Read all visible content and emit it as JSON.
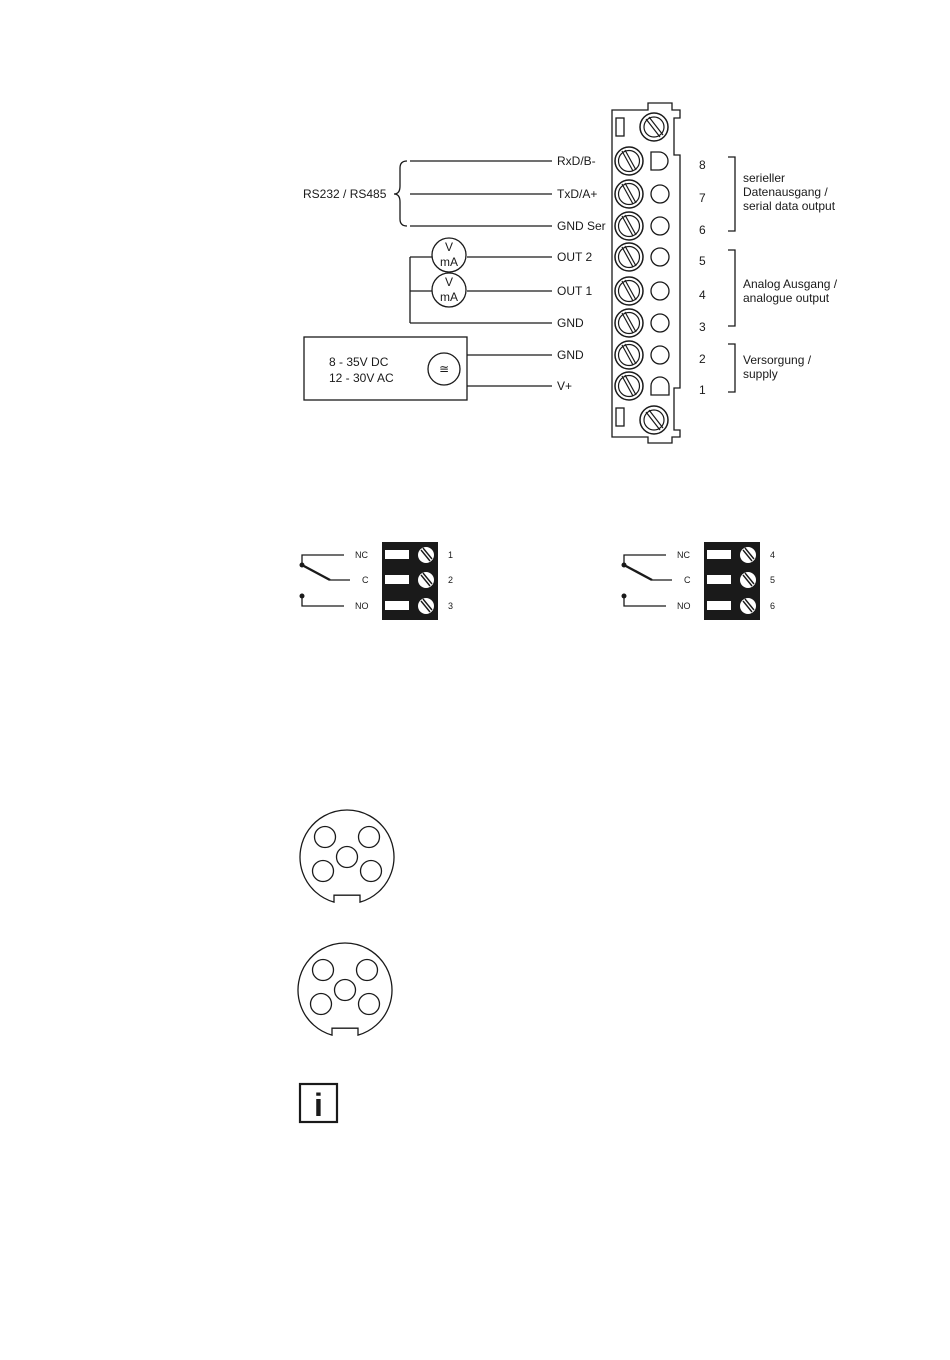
{
  "wiring": {
    "bus_label": "RS232 / RS485",
    "signals": [
      "RxD/B-",
      "TxD/A+",
      "GND Ser",
      "OUT 2",
      "OUT 1",
      "GND",
      "GND",
      "V+"
    ],
    "terminal_numbers": [
      "8",
      "7",
      "6",
      "5",
      "4",
      "3",
      "2",
      "1"
    ],
    "meter_top": "V",
    "meter_bottom": "mA",
    "supply_line1": "8 - 35V DC",
    "supply_line2": "12 - 30V AC",
    "supply_symbol": "≅",
    "groups": [
      {
        "line1": "serieller",
        "line2": "Datenausgang /",
        "line3": "serial data output"
      },
      {
        "line1": "Analog Ausgang /",
        "line2": "analogue output"
      },
      {
        "line1": "Versorgung /",
        "line2": "supply"
      }
    ]
  },
  "relays": [
    {
      "contacts": [
        "NC",
        "C",
        "NO"
      ],
      "numbers": [
        "1",
        "2",
        "3"
      ]
    },
    {
      "contacts": [
        "NC",
        "C",
        "NO"
      ],
      "numbers": [
        "4",
        "5",
        "6"
      ]
    }
  ],
  "info_icon": "i"
}
